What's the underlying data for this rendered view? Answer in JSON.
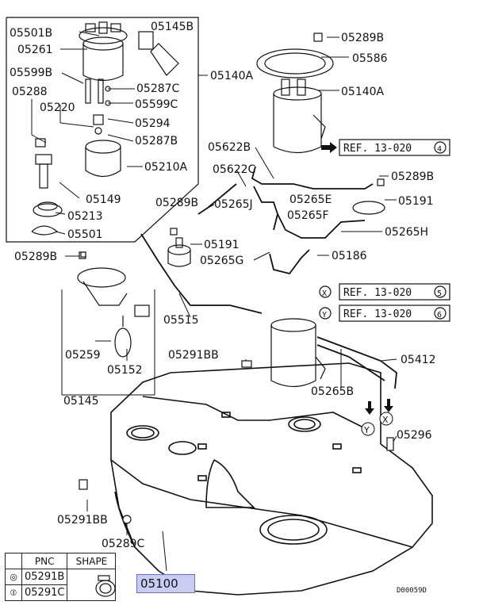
{
  "labels": {
    "p05501B": "05501B",
    "p05145B": "05145B",
    "p05261": "05261",
    "p05599B": "05599B",
    "p05287C": "05287C",
    "p05140A_left": "05140A",
    "p05288": "05288",
    "p05220": "05220",
    "p05599C": "05599C",
    "p05294": "05294",
    "p05287B": "05287B",
    "p05210A": "05210A",
    "p05149": "05149",
    "p05213": "05213",
    "p05501": "05501",
    "p05289B_top": "05289B",
    "p05586": "05586",
    "p05140A_right": "05140A",
    "p05622B": "05622B",
    "p05622C": "05622C",
    "p05289B_mid": "05289B",
    "p05265E": "05265E",
    "p05191_right": "05191",
    "p05289B_left": "05289B",
    "p05265J": "05265J",
    "p05265F": "05265F",
    "p05191_left": "05191",
    "p05265H": "05265H",
    "p05265G": "05265G",
    "p05186": "05186",
    "p05289B_small": "05289B",
    "p05515": "05515",
    "p05259": "05259",
    "p05152": "05152",
    "p05291BB_top": "05291BB",
    "p05412": "05412",
    "p05265B": "05265B",
    "p05145": "05145",
    "p05296": "05296",
    "p05291BB_bottom": "05291BB",
    "p05289C": "05289C"
  },
  "refs": {
    "ref4": {
      "text": "REF. 13-020",
      "num": "4"
    },
    "ref5": {
      "sym": "X",
      "text": "REF. 13-020",
      "num": "5"
    },
    "ref6": {
      "sym": "Y",
      "text": "REF. 13-020",
      "num": "6"
    }
  },
  "markers": {
    "x": "X",
    "y": "Y"
  },
  "table": {
    "header_pnc": "PNC",
    "header_shape": "SHAPE",
    "rows": [
      {
        "sym": "◎",
        "pnc": "05291B"
      },
      {
        "sym": "⦶",
        "pnc": "05291C"
      }
    ]
  },
  "highlight_part": "05100",
  "drawing_code": "D00059D"
}
